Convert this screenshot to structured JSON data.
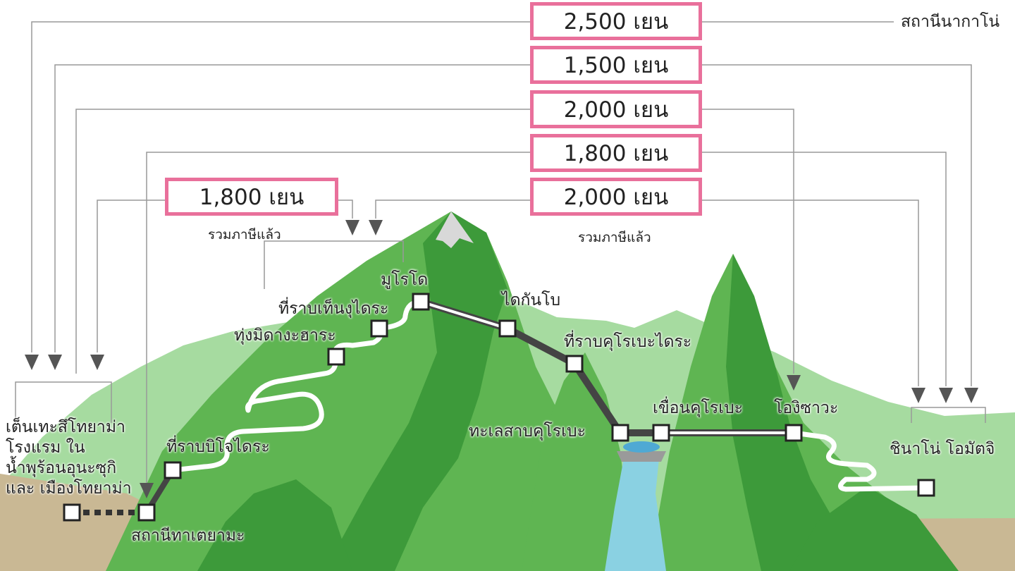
{
  "fares": [
    {
      "id": "fare-2500",
      "amount": "2,500 เยน"
    },
    {
      "id": "fare-1500",
      "amount": "1,500 เยน"
    },
    {
      "id": "fare-2000-a",
      "amount": "2,000 เยน"
    },
    {
      "id": "fare-1800-a",
      "amount": "1,800 เยน"
    },
    {
      "id": "fare-1800-b",
      "amount": "1,800 เยน"
    },
    {
      "id": "fare-2000-b",
      "amount": "2,000 เยน"
    }
  ],
  "notes": {
    "tax_included_left": "รวมภาษีแล้ว",
    "tax_included_right": "รวมภาษีแล้ว"
  },
  "stations": {
    "shinano_omachi": "ชินาโน่ โอมัตจิ",
    "shinano_omachi_station": "สถานีนากาโน่",
    "ogizawa": "โองิซาวะ",
    "kurobe_dam": "เขื่อนคุโรเบะ",
    "kurobe_lake": "ทะเลสาบคุโรเบะ",
    "kurobe_daira": "ที่ราบคุโรเบะไดระ",
    "daikanbo": "ไดกันโบ",
    "murodo": "มูโรโด",
    "tengu_daira": "ที่ราบเท็นงุไดระ",
    "midagahara": "ทุ่งมิดางะฮาระ",
    "bijodaira": "ที่ราบบิโจไดระ",
    "tateyama": "สถานีทาเตยามะ",
    "toyama": "เต็นเทะสึโทยาม่า\nโรงแรม ใน\nน้ำพุร้อนอุนะซุกิ\nและ เมืองโทยาม่า"
  },
  "colors": {
    "fare_border": "#e9709b",
    "mountain_dark": "#3d9a3a",
    "mountain_mid": "#5fb552",
    "mountain_light": "#a6dba0",
    "ground": "#c9b894",
    "water": "#8ad1e2",
    "route": "#444444"
  }
}
